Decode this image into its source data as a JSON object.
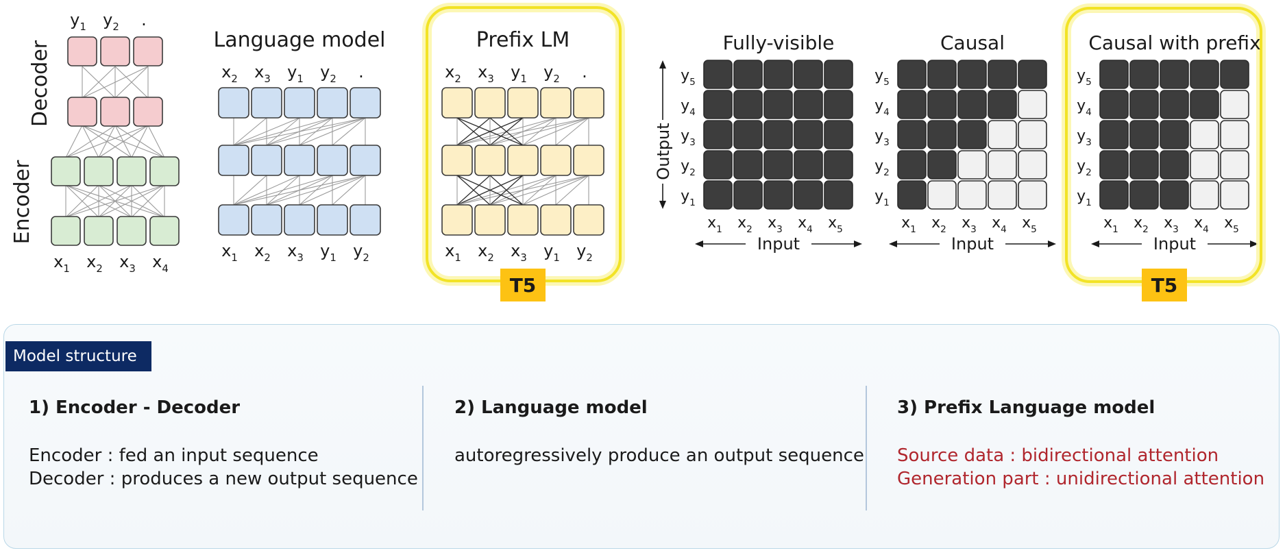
{
  "diagrams": {
    "encoder_decoder": {
      "encoder_label": "Encoder",
      "decoder_label": "Decoder",
      "decoder_top_labels": [
        "y",
        "y",
        "."
      ],
      "decoder_top_subs": [
        "1",
        "2",
        ""
      ],
      "bottom_labels": [
        "x",
        "x",
        "x",
        "x"
      ],
      "bottom_subs": [
        "1",
        "2",
        "3",
        "4"
      ]
    },
    "language_model": {
      "title": "Language model",
      "top_labels": [
        "x",
        "x",
        "y",
        "y",
        "."
      ],
      "top_subs": [
        "2",
        "3",
        "1",
        "2",
        ""
      ],
      "bottom_labels": [
        "x",
        "x",
        "x",
        "y",
        "y"
      ],
      "bottom_subs": [
        "1",
        "2",
        "3",
        "1",
        "2"
      ]
    },
    "prefix_lm": {
      "title": "Prefix LM",
      "top_labels": [
        "x",
        "x",
        "y",
        "y",
        "."
      ],
      "top_subs": [
        "2",
        "3",
        "1",
        "2",
        ""
      ],
      "bottom_labels": [
        "x",
        "x",
        "x",
        "y",
        "y"
      ],
      "bottom_subs": [
        "1",
        "2",
        "3",
        "1",
        "2"
      ],
      "badge": "T5"
    }
  },
  "masks": {
    "output_axis_label": "Output",
    "input_axis_label": "Input",
    "row_labels": [
      "y",
      "y",
      "y",
      "y",
      "y"
    ],
    "row_subs": [
      "5",
      "4",
      "3",
      "2",
      "1"
    ],
    "col_labels": [
      "x",
      "x",
      "x",
      "x",
      "x"
    ],
    "col_subs": [
      "1",
      "2",
      "3",
      "4",
      "5"
    ],
    "fully_visible": {
      "title": "Fully-visible",
      "grid": [
        [
          1,
          1,
          1,
          1,
          1
        ],
        [
          1,
          1,
          1,
          1,
          1
        ],
        [
          1,
          1,
          1,
          1,
          1
        ],
        [
          1,
          1,
          1,
          1,
          1
        ],
        [
          1,
          1,
          1,
          1,
          1
        ]
      ]
    },
    "causal": {
      "title": "Causal",
      "grid": [
        [
          1,
          1,
          1,
          1,
          1
        ],
        [
          1,
          1,
          1,
          1,
          0
        ],
        [
          1,
          1,
          1,
          0,
          0
        ],
        [
          1,
          1,
          0,
          0,
          0
        ],
        [
          1,
          0,
          0,
          0,
          0
        ]
      ]
    },
    "causal_prefix": {
      "title": "Causal with prefix",
      "badge": "T5",
      "grid": [
        [
          1,
          1,
          1,
          1,
          1
        ],
        [
          1,
          1,
          1,
          1,
          0
        ],
        [
          1,
          1,
          1,
          0,
          0
        ],
        [
          1,
          1,
          1,
          0,
          0
        ],
        [
          1,
          1,
          1,
          0,
          0
        ]
      ]
    }
  },
  "colors": {
    "encoder_green": "#d8ecd3",
    "decoder_pink": "#f5cccf",
    "lm_blue": "#cfe0f3",
    "prefix_yellow": "#fdefc6",
    "mask_dark": "#3d3d3d",
    "mask_light": "#f1f1f1",
    "badge_orange": "#fdc213",
    "highlight": "#f2e326",
    "tag_navy": "#0d2a63",
    "accent_red": "#b0262d"
  },
  "summary": {
    "tag": "Model structure",
    "col1": {
      "heading": "1) Encoder  -  Decoder",
      "line1": "Encoder : fed an input sequence",
      "line2": "Decoder : produces a new output sequence"
    },
    "col2": {
      "heading": "2) Language model",
      "line1": "autoregressively produce an output sequence"
    },
    "col3": {
      "heading": "3) Prefix Language model",
      "line1": "Source data : bidirectional attention",
      "line2": "Generation part : unidirectional attention"
    }
  }
}
